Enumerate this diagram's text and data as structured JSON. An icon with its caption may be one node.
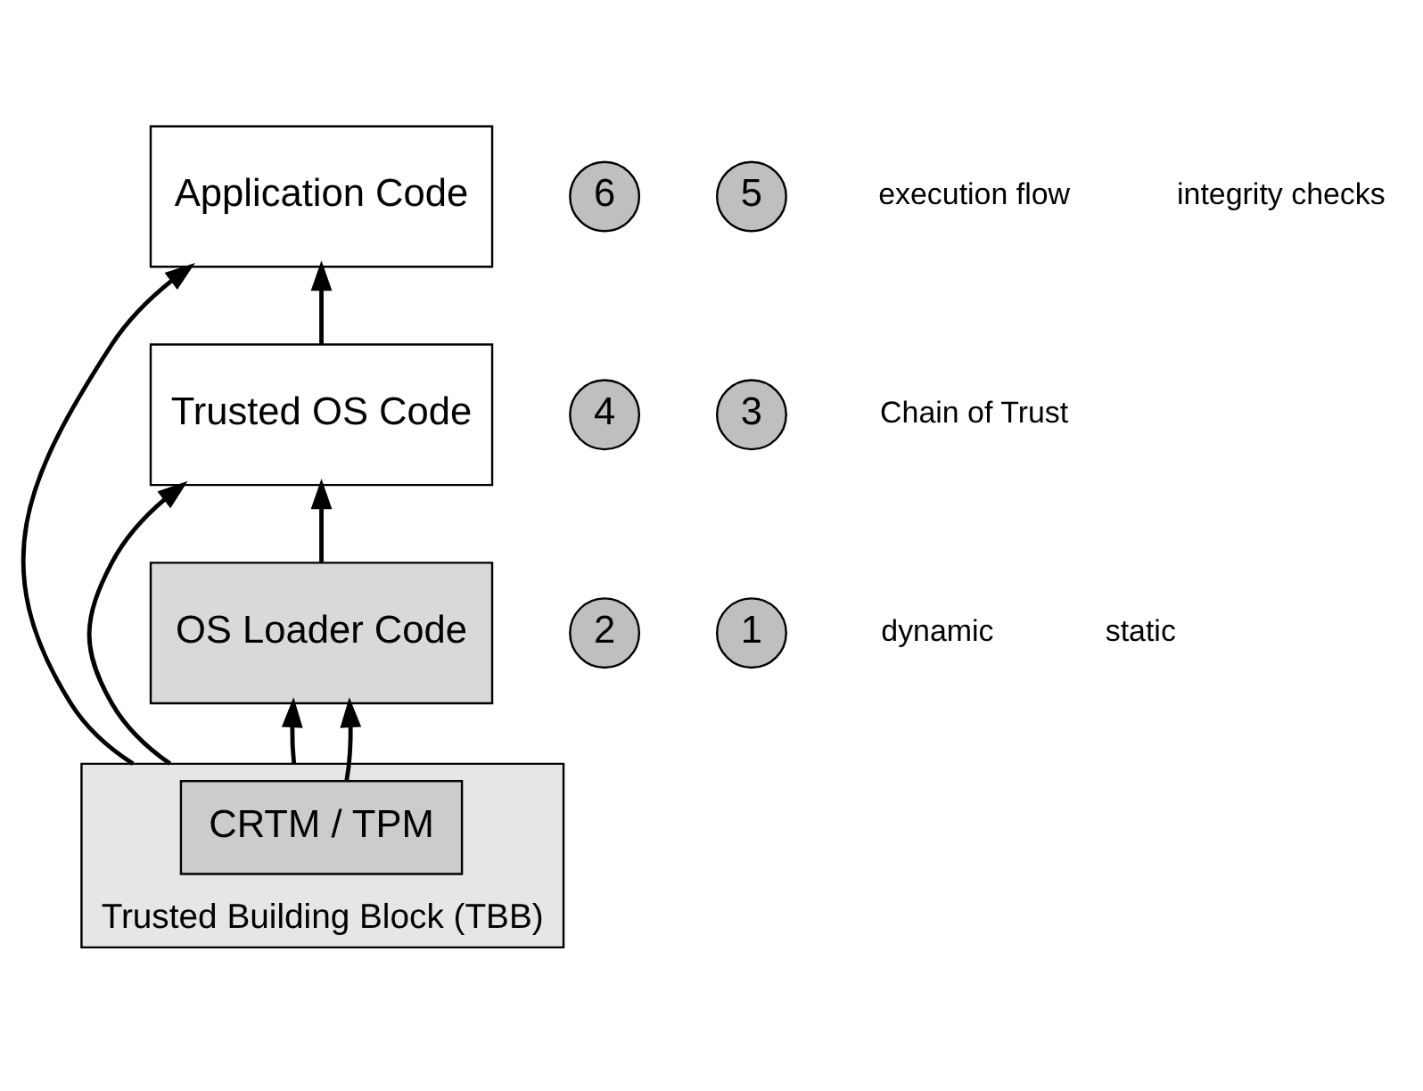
{
  "diagram": {
    "nodes": [
      {
        "text": [
          "Application Code"
        ]
      },
      {
        "text": [
          "Trusted OS Code"
        ]
      },
      {
        "text": [
          "OS Loader Code"
        ]
      },
      {
        "text": [
          "Trusted Building Block (TBB)"
        ]
      },
      {
        "text": [
          "CRTM / TPM"
        ],
        "in": 3
      },
      {
        "text": [
          "6"
        ]
      },
      {
        "text": [
          "5"
        ]
      },
      {
        "text": [
          "4"
        ]
      },
      {
        "text": [
          "3"
        ]
      },
      {
        "text": [
          "2"
        ]
      },
      {
        "text": [
          "1"
        ]
      }
    ],
    "edges": [
      {
        "from": 3,
        "to": 0,
        "arrow": "to"
      },
      {
        "from": 3,
        "to": 1,
        "arrow": "to"
      },
      {
        "from": 3,
        "to": 2,
        "arrow": "to"
      },
      {
        "from": 4,
        "to": 2,
        "arrow": "to"
      },
      {
        "from": 2,
        "to": 1,
        "arrow": "to"
      },
      {
        "from": 1,
        "to": 0,
        "arrow": "to"
      }
    ],
    "labels": [
      "execution flow",
      "integrity checks",
      "Chain of Trust",
      "dynamic",
      "static"
    ]
  }
}
